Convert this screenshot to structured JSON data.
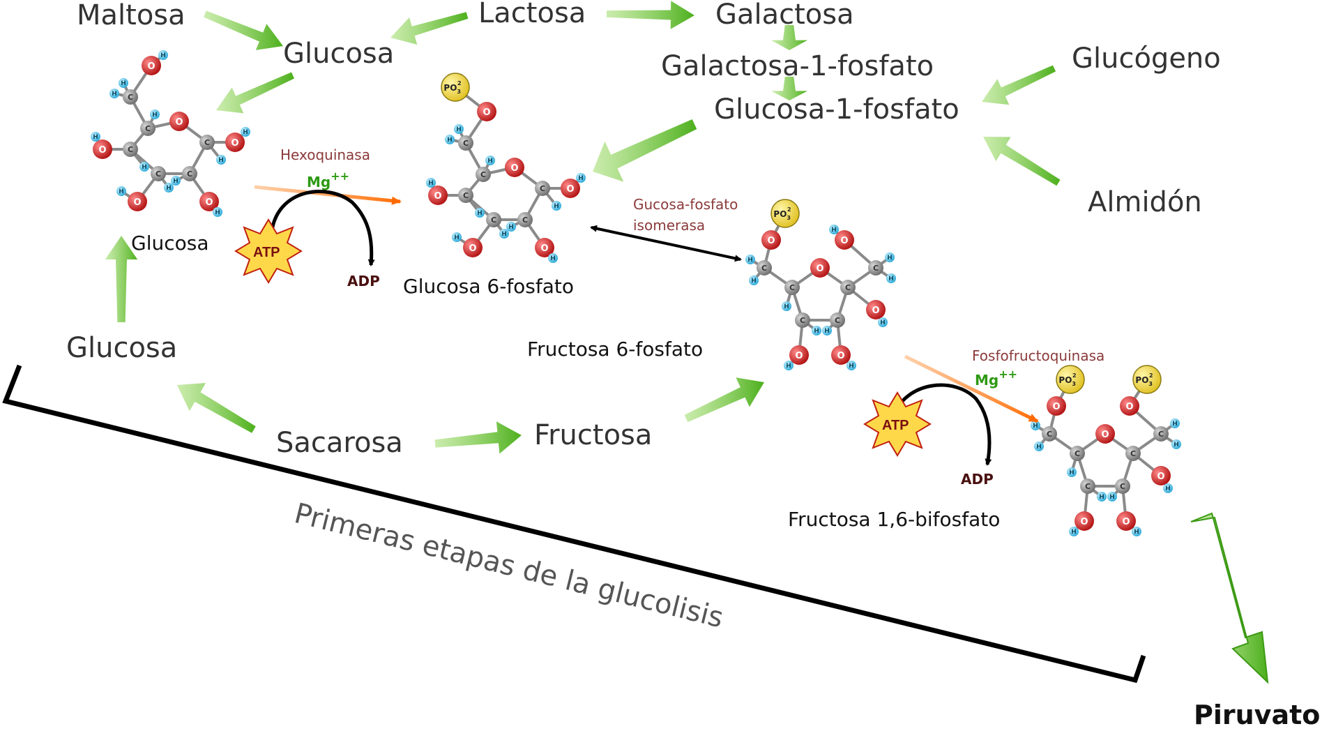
{
  "colors": {
    "feeder_arrow": "#5cb82a",
    "reaction_arrow": "#ff7f1a",
    "oxygen": "#d42020",
    "carbon": "#8a8a8a",
    "hydrogen": "#5ec8e8",
    "phosphate": "#f5e04a",
    "atp_star": "#ffd84a"
  },
  "sources": {
    "maltosa": "Maltosa",
    "lactosa": "Lactosa",
    "galactosa": "Galactosa",
    "glucosa_top": "Glucosa",
    "galactosa_1_fosfato": "Galactosa-1-fosfato",
    "glucosa_1_fosfato": "Glucosa-1-fosfato",
    "glucogeno": "Glucógeno",
    "almidon": "Almidón",
    "glucosa_left": "Glucosa",
    "sacarosa": "Sacarosa",
    "fructosa": "Fructosa"
  },
  "steps": {
    "step1": {
      "enzyme": "Hexoquinasa",
      "cofactor": "Mg",
      "cofactor_sup": "++",
      "atp": "ATP",
      "adp": "ADP"
    },
    "step2": {
      "enzyme_line1": "Gucosa-fosfato",
      "enzyme_line2": "isomerasa"
    },
    "step3": {
      "enzyme": "Fosfofructoquinasa",
      "cofactor": "Mg",
      "cofactor_sup": "++",
      "atp": "ATP",
      "adp": "ADP"
    }
  },
  "molecules": {
    "glucosa": "Glucosa",
    "glucosa_6p": "Glucosa 6-fosfato",
    "fructosa_6p": "Fructosa 6-fosfato",
    "fructosa_16bp": "Fructosa 1,6-bifosfato"
  },
  "atoms": {
    "O": "O",
    "C": "C",
    "H": "H",
    "PO": "PO",
    "PO_sub": "3",
    "PO_sup": "2"
  },
  "stage_label": "Primeras etapas de la glucolisis",
  "product": "Piruvato"
}
